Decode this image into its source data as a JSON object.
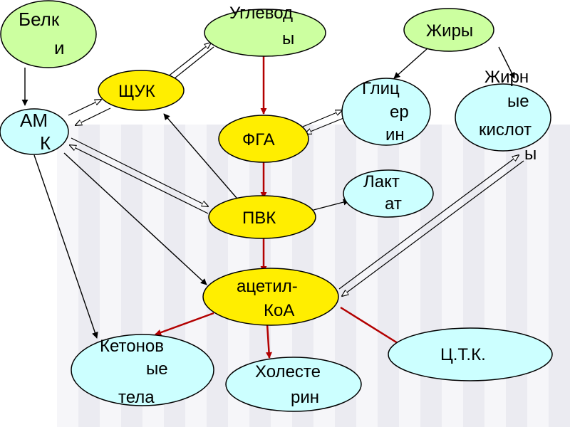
{
  "colors": {
    "green": "#ccffa0",
    "cyan": "#ccffff",
    "yellow": "#ffee00",
    "red_arrow": "#b30000",
    "black_arrow": "#000000",
    "bg_stripes": "#ececf2"
  },
  "nodes": {
    "belki": {
      "lines": [
        "Белк",
        "и"
      ]
    },
    "uglevody": {
      "lines": [
        "Углевод",
        "ы"
      ]
    },
    "zhiry": {
      "lines": [
        "Жиры"
      ]
    },
    "shchuk": {
      "lines": [
        "ЩУК"
      ]
    },
    "amk": {
      "lines": [
        "АМ",
        "К"
      ]
    },
    "fga": {
      "lines": [
        "ФГА"
      ]
    },
    "glicerin": {
      "lines": [
        "Глиц",
        "ер",
        "ин"
      ]
    },
    "zhirnye": {
      "lines": [
        "Жирн",
        "ые",
        "кислот",
        "ы"
      ]
    },
    "laktat": {
      "lines": [
        "Лакт",
        "ат"
      ]
    },
    "pvk": {
      "lines": [
        "ПВК"
      ]
    },
    "acetil": {
      "lines": [
        "ацетил-",
        "КоА"
      ]
    },
    "ketonovye": {
      "lines": [
        "Кетонов",
        "ые",
        "тела"
      ]
    },
    "holesterin": {
      "lines": [
        "Холесте",
        "рин"
      ]
    },
    "ctk": {
      "lines": [
        "Ц.Т.К."
      ]
    }
  }
}
